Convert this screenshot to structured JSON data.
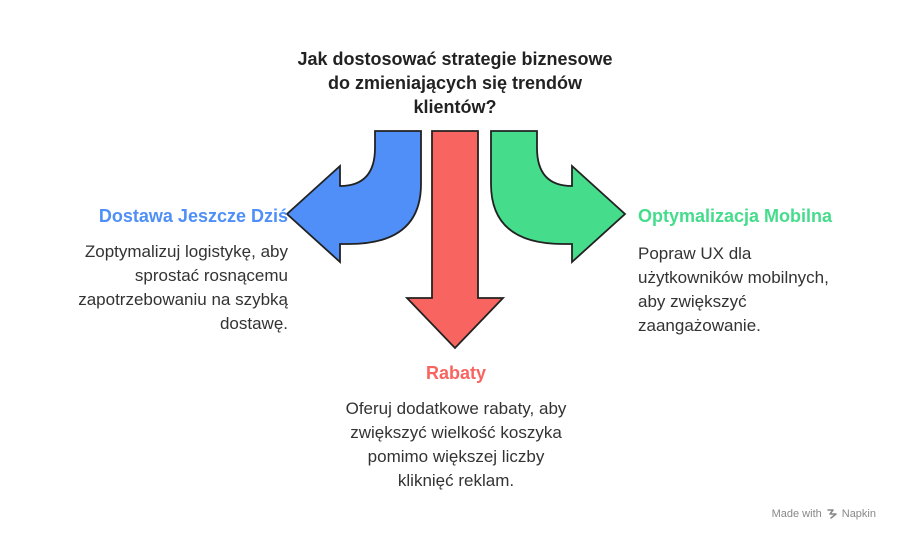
{
  "question": {
    "lines": [
      "Jak dostosować strategie biznesowe",
      "do zmieniających się trendów",
      "klientów?"
    ]
  },
  "branches": {
    "left": {
      "title": "Dostawa Jeszcze Dziś",
      "lines": [
        "Zoptymalizuj logistykę, aby",
        "sprostać rosnącemu",
        "zapotrzebowaniu na szybką",
        "dostawę."
      ],
      "color": "#4f8ff7"
    },
    "bottom": {
      "title": "Rabaty",
      "lines": [
        "Oferuj dodatkowe rabaty, aby",
        "zwiększyć wielkość koszyka",
        "pomimo większej liczby",
        "kliknięć reklam."
      ],
      "color": "#f8645f"
    },
    "right": {
      "title": "Optymalizacja Mobilna",
      "lines": [
        "Popraw UX dla",
        "użytkowników mobilnych,",
        "aby zwiększyć",
        "zaangażowanie."
      ],
      "color": "#45dc8c"
    }
  },
  "footer": {
    "made_with": "Made with",
    "brand": "Napkin",
    "brand_icon": "napkin-logo-icon"
  }
}
